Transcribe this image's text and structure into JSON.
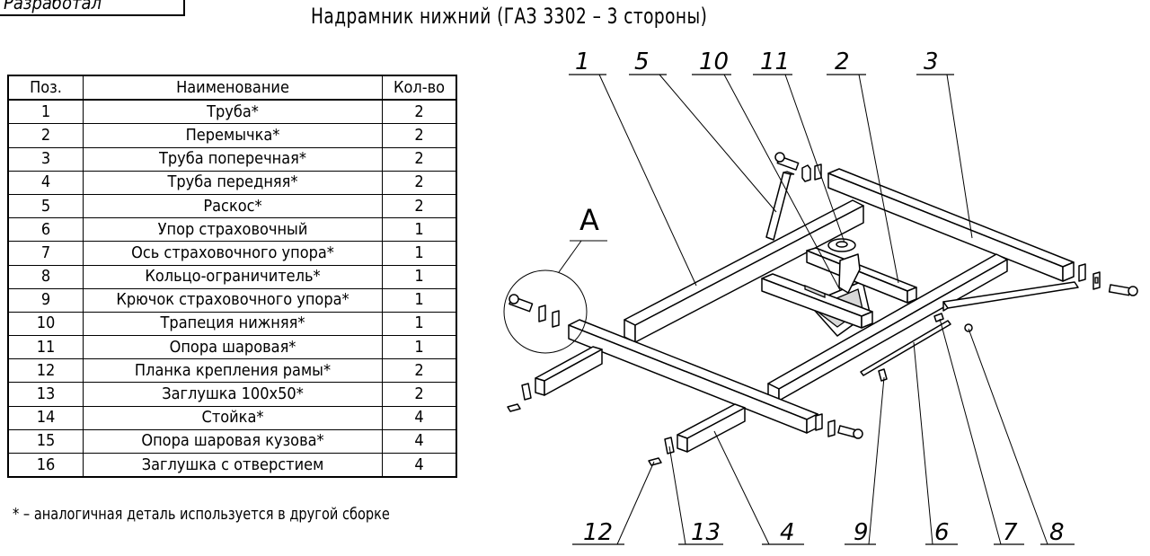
{
  "stamp": "Разработал",
  "title": "Надрамник нижний (ГАЗ 3302 – 3 стороны)",
  "table": {
    "headers": [
      "Поз.",
      "Наименование",
      "Кол-во"
    ],
    "rows": [
      [
        "1",
        "Труба*",
        "2"
      ],
      [
        "2",
        "Перемычка*",
        "2"
      ],
      [
        "3",
        "Труба поперечная*",
        "2"
      ],
      [
        "4",
        "Труба передняя*",
        "2"
      ],
      [
        "5",
        "Раскос*",
        "2"
      ],
      [
        "6",
        "Упор страховочный",
        "1"
      ],
      [
        "7",
        "Ось страховочного упора*",
        "1"
      ],
      [
        "8",
        "Кольцо-ограничитель*",
        "1"
      ],
      [
        "9",
        "Крючок страховочного упора*",
        "1"
      ],
      [
        "10",
        "Трапеция нижняя*",
        "1"
      ],
      [
        "11",
        "Опора шаровая*",
        "1"
      ],
      [
        "12",
        "Планка крепления рамы*",
        "2"
      ],
      [
        "13",
        "Заглушка 100x50*",
        "2"
      ],
      [
        "14",
        "Стойка*",
        "4"
      ],
      [
        "15",
        "Опора шаровая кузова*",
        "4"
      ],
      [
        "16",
        "Заглушка с отверстием",
        "4"
      ]
    ]
  },
  "note": "* – аналогичная деталь используется в другой сборке",
  "detail_view_label": "А",
  "callouts": {
    "top": [
      "1",
      "5",
      "10",
      "11",
      "2",
      "3"
    ],
    "bottom": [
      "12",
      "13",
      "4",
      "9",
      "6",
      "7",
      "8"
    ]
  },
  "colors": {
    "ink": "#000000",
    "background": "#ffffff",
    "part_fill": "#ffffff",
    "shade": "#d8d8d8"
  }
}
